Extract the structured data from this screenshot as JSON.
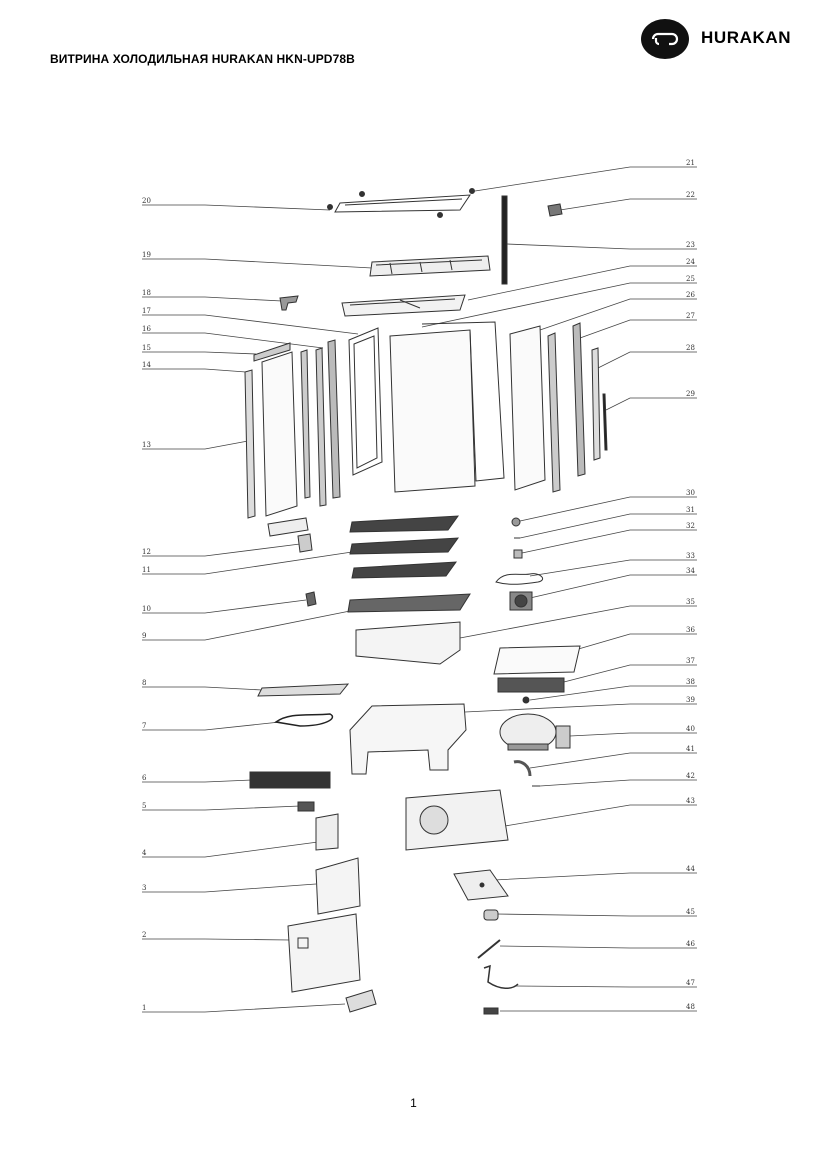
{
  "header": {
    "title": "ВИТРИНА ХОЛОДИЛЬНАЯ HURAKAN HKN-UPD78B",
    "brand": "HURAKAN",
    "logo_icon": "hurakan-logo-icon"
  },
  "diagram": {
    "left_callouts": [
      "20",
      "19",
      "18",
      "17",
      "16",
      "15",
      "14",
      "13",
      "12",
      "11",
      "10",
      "9",
      "8",
      "7",
      "6",
      "5",
      "4",
      "3",
      "2",
      "1"
    ],
    "right_callouts": [
      "21",
      "22",
      "23",
      "24",
      "25",
      "26",
      "27",
      "28",
      "29",
      "30",
      "31",
      "32",
      "33",
      "34",
      "35",
      "36",
      "37",
      "38",
      "39",
      "40",
      "41",
      "42",
      "43",
      "44",
      "45",
      "46",
      "47",
      "48"
    ]
  },
  "footer": {
    "page_number": "1"
  },
  "colors": {
    "ink": "#000000",
    "line": "#444444",
    "paper": "#ffffff"
  }
}
